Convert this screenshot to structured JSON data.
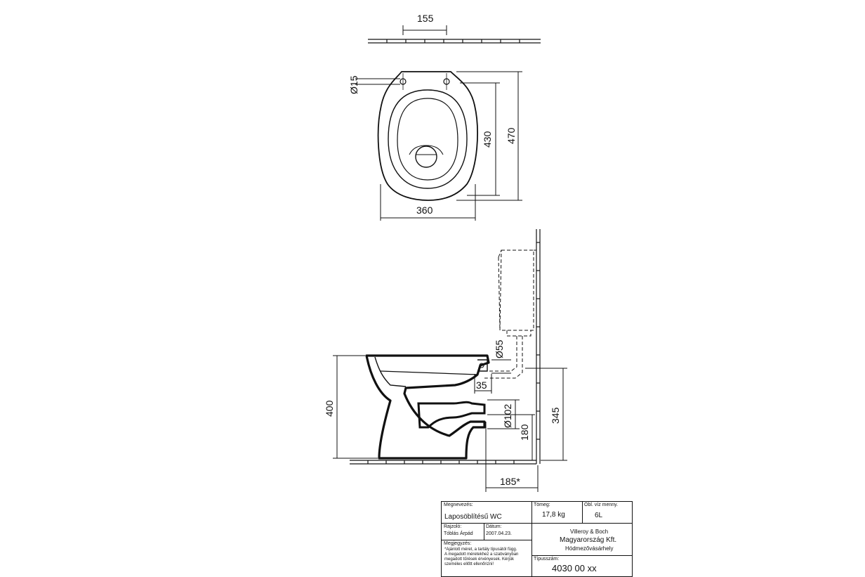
{
  "dimensions": {
    "top_view": {
      "hole_spacing": "155",
      "hole_diameter": "Ø15",
      "inner_length": "430",
      "outer_length": "470",
      "width": "360"
    },
    "side_view": {
      "outlet_diameter_top": "Ø55",
      "offset": "35",
      "outlet_diameter": "Ø102",
      "outlet_height": "180",
      "inlet_height": "345",
      "bowl_height": "400",
      "wall_distance": "185*"
    }
  },
  "title_block": {
    "name_label": "Megnevezés:",
    "name_value": "Laposöblítésű WC",
    "weight_label": "Tömeg:",
    "weight_value": "17,8 kg",
    "water_label": "Öbl. víz menny.",
    "water_value": "6L",
    "drawn_label": "Rajzoló:",
    "drawn_value": "Tóblás Árpád",
    "date_label": "Dátum:",
    "date_value": "2007.04.23.",
    "company_line1": "Villeroy  & Boch",
    "company_line2": "Magyarország Kft.",
    "company_line3": "Hódmezővásárhely",
    "notes_label": "Megjegyzés:",
    "notes_line1": "*Ajánlott méret, a tartály típusától függ.",
    "notes_line2": "A megadott méretekhez a szabványban",
    "notes_line3": "megadott tűrések érvényesek. Kérjük",
    "notes_line4": "személes ellőtt ellenőrizni!",
    "type_label": "Típusszám:",
    "type_value": "4030 00 xx"
  }
}
